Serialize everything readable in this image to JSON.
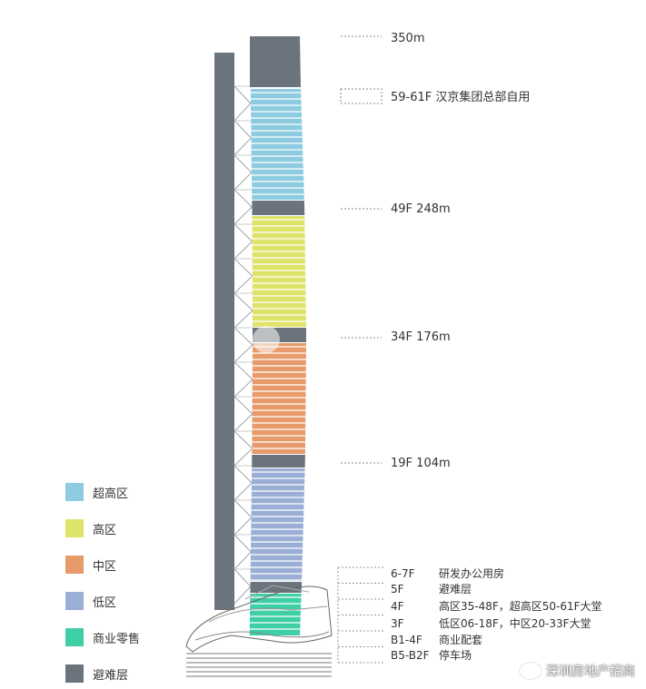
{
  "levels": [
    {
      "floor": "",
      "height": "350m"
    },
    {
      "floor": "59-61F",
      "height": "汉京集团总部自用"
    },
    {
      "floor": "49F",
      "height": "248m"
    },
    {
      "floor": "34F",
      "height": "176m"
    },
    {
      "floor": "19F",
      "height": "104m"
    }
  ],
  "podium": [
    {
      "floor": "6-7F",
      "use": "研发办公用房"
    },
    {
      "floor": "5F",
      "use": "避难层"
    },
    {
      "floor": "4F",
      "use": "高区35-48F，超高区50-61F大堂"
    },
    {
      "floor": "3F",
      "use": "低区06-18F，中区20-33F大堂"
    },
    {
      "floor": "B1-4F",
      "use": "商业配套"
    },
    {
      "floor": "B5-B2F",
      "use": "停车场"
    }
  ],
  "legend": [
    {
      "label": "超高区",
      "color": "#8ccbe0"
    },
    {
      "label": "高区",
      "color": "#dfe36a"
    },
    {
      "label": "中区",
      "color": "#e79a6a"
    },
    {
      "label": "低区",
      "color": "#9aaed6"
    },
    {
      "label": "商业零售",
      "color": "#3ecfa6"
    },
    {
      "label": "避难层",
      "color": "#6b747c"
    }
  ],
  "watermark": "深圳房地产招商"
}
